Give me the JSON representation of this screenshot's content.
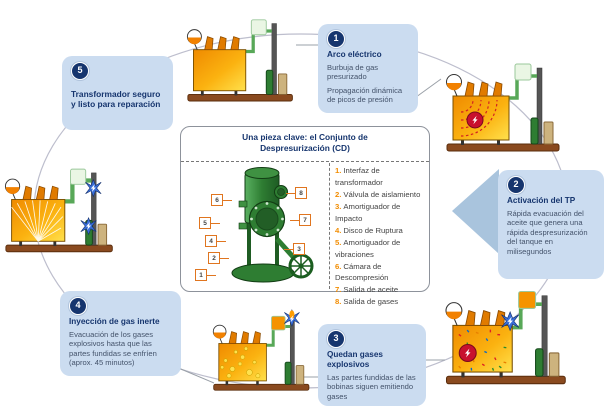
{
  "colors": {
    "accent_navy": "#16356e",
    "card_blue": "#cbdcf0",
    "orange": "#f28c00",
    "arrow_blue": "#a9c4dd",
    "ellipse_gray": "#bdbecd"
  },
  "steps": [
    {
      "num": "1",
      "title": "Arco eléctrico",
      "lines": [
        "Burbuja de gas presurizado",
        "Propagación dinámica de picos de presión"
      ]
    },
    {
      "num": "2",
      "title": "Activación del TP",
      "lines": [
        "Rápida evacuación del aceite que genera una rápida despresurización del tanque en milisegundos"
      ]
    },
    {
      "num": "3",
      "title": "Quedan gases explosivos",
      "lines": [
        "Las partes fundidas de las bobinas siguen emitiendo gases"
      ]
    },
    {
      "num": "4",
      "title": "Inyección de gas inerte",
      "lines": [
        "Evacuación de los gases explosivos hasta que las partes fundidas se enfríen (aprox. 45 minutos)"
      ]
    },
    {
      "num": "5",
      "title": "Transformador seguro y listo para reparación",
      "lines": []
    }
  ],
  "center_panel": {
    "title": "Una pieza clave: el Conjunto de Despresurización (CD)",
    "parts": [
      {
        "num": "1.",
        "label": "Interfaz de transformador"
      },
      {
        "num": "2.",
        "label": "Válvula de aislamiento"
      },
      {
        "num": "3.",
        "label": "Amortiguador de Impacto"
      },
      {
        "num": "4.",
        "label": "Disco de Ruptura"
      },
      {
        "num": "5.",
        "label": "Amortiguador de vibraciones"
      },
      {
        "num": "6.",
        "label": "Cámara de Descompresión"
      },
      {
        "num": "7.",
        "label": "Salida de aceite"
      },
      {
        "num": "8.",
        "label": "Salida de gases"
      }
    ],
    "callouts_left": [
      "6",
      "5",
      "4",
      "2",
      "1"
    ],
    "callouts_right": [
      "8",
      "7",
      "3"
    ]
  },
  "illustrations": {
    "top": "transformer-safe",
    "right_top": "transformer-electric-arc",
    "right_bottom": "transformer-depressurized-gases",
    "bottom": "transformer-explosive-gases",
    "left": "transformer-inert-gas-injection"
  }
}
